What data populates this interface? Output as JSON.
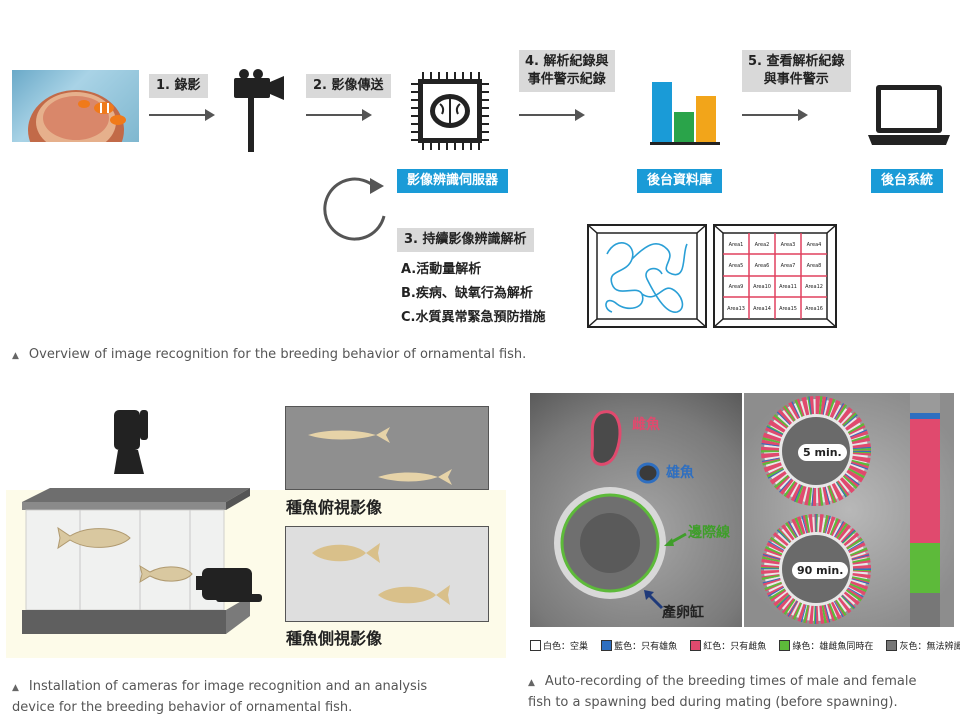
{
  "top": {
    "step1": "1. 錄影",
    "step2": "2. 影像傳送",
    "step3": "3. 持續影像辨識解析",
    "step4_line1": "4. 解析紀錄與",
    "step4_line2": "事件警示紀錄",
    "step5_line1": "5. 查看解析紀錄",
    "step5_line2": "與事件警示",
    "server_label": "影像辨識伺服器",
    "database_label": "後台資料庫",
    "backend_label": "後台系統",
    "analysis_items": [
      "A.活動量解析",
      "B.疾病、缺氧行為解析",
      "C.水質異常緊急預防措施"
    ],
    "grid_areas": [
      "Area1",
      "Area2",
      "Area3",
      "Area4",
      "Area5",
      "Area6",
      "Area7",
      "Area8",
      "Area9",
      "Area10",
      "Area11",
      "Area12",
      "Area13",
      "Area14",
      "Area15",
      "Area16"
    ],
    "caption": "Overview of image recognition for the breeding behavior of ornamental fish."
  },
  "bottom_left": {
    "top_view_label": "種魚俯視影像",
    "side_view_label": "種魚側視影像",
    "caption_line1": "Installation of cameras for image recognition and an analysis",
    "caption_line2": "device for the breeding behavior of ornamental fish."
  },
  "bottom_right": {
    "female_label": "雌魚",
    "male_label": "雄魚",
    "boundary_label": "邊際線",
    "spawning_label": "產卵缸",
    "ring1_label": "5 min.",
    "ring2_label": "90 min.",
    "legend": [
      {
        "color": "#ffffff",
        "text": "白色：空巢"
      },
      {
        "color": "#2f6fc0",
        "text": "藍色：只有雄魚"
      },
      {
        "color": "#e04a6e",
        "text": "紅色：只有雌魚"
      },
      {
        "color": "#5dba3a",
        "text": "綠色：雄雌魚同時在"
      },
      {
        "color": "#777777",
        "text": "灰色：無法辨識"
      }
    ],
    "caption_line1": "Auto-recording of the breeding times of male and female",
    "caption_line2": "fish to a spawning bed during mating (before spawning)."
  }
}
